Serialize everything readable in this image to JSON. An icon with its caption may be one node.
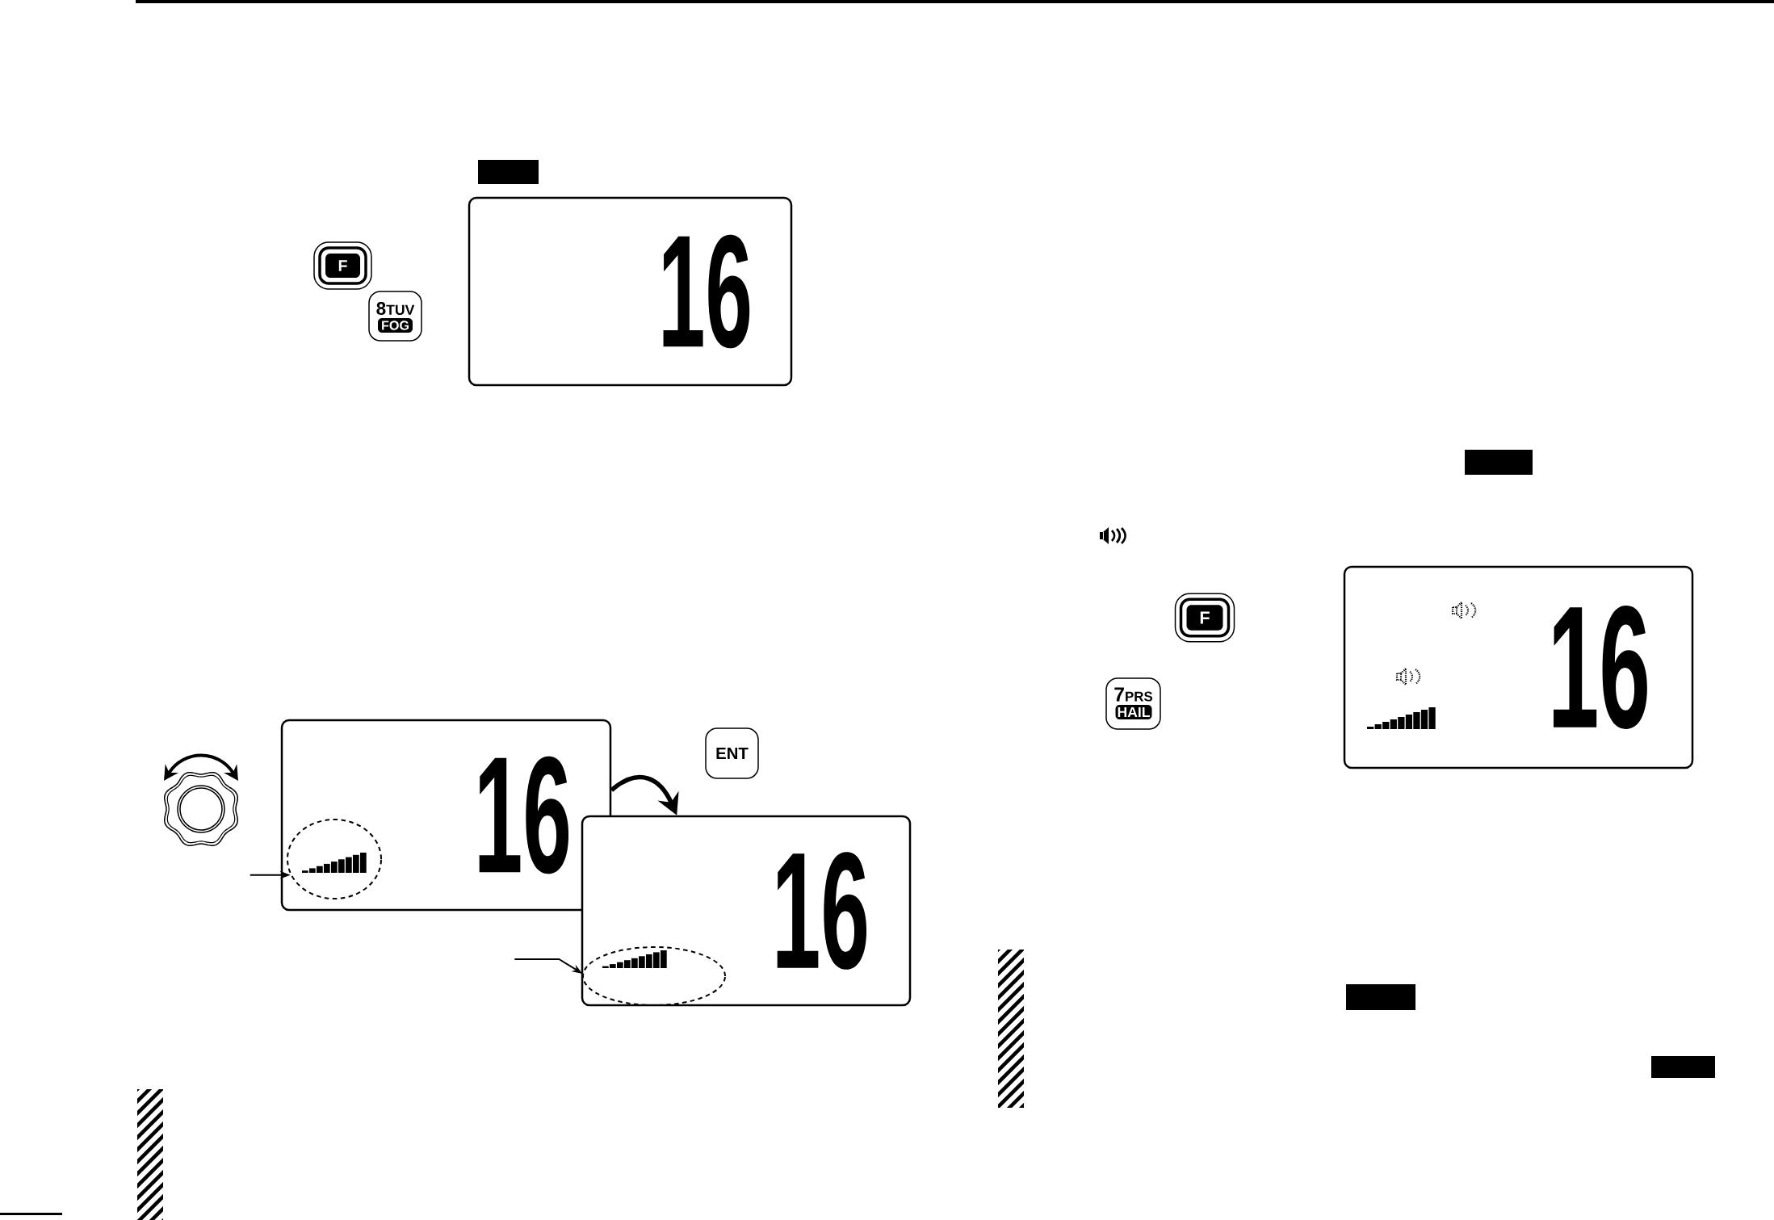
{
  "diagram": {
    "nodes": [
      {
        "text": [],
        "shape": "box"
      },
      {
        "text": [
          "F"
        ]
      },
      {
        "text": [
          "8",
          "TUV",
          "FOG"
        ]
      },
      {
        "text": [
          "16"
        ]
      },
      {
        "text": [
          "16"
        ]
      },
      {
        "text": [],
        "shape": "ellipse",
        "in": 4
      },
      {
        "text": [
          "ENT"
        ]
      },
      {
        "text": [
          "16"
        ]
      },
      {
        "text": [],
        "shape": "ellipse",
        "in": 7
      },
      {
        "text": [],
        "shape": "box"
      },
      {
        "text": [
          "F"
        ]
      },
      {
        "text": [
          "7",
          "PRS",
          "HAIL"
        ]
      },
      {
        "text": [
          "16"
        ]
      },
      {
        "text": [],
        "shape": "box"
      },
      {
        "text": [],
        "shape": "box"
      }
    ],
    "edges": [
      {
        "from": 4,
        "to": 7,
        "arrow": "to",
        "style": "thick"
      },
      {
        "from": null,
        "to": 5,
        "arrow": "to"
      },
      {
        "from": null,
        "to": 8,
        "arrow": "to"
      }
    ]
  }
}
